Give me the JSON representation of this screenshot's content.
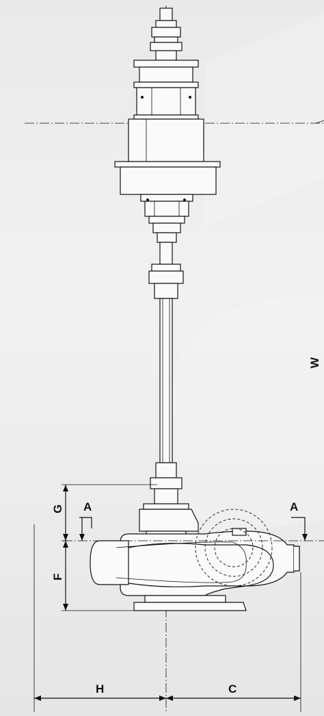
{
  "drawing": {
    "labels": {
      "section_left": "A",
      "section_right": "A",
      "dim_g": "G",
      "dim_f": "F",
      "dim_h": "H",
      "dim_c": "C",
      "dim_w": "W"
    }
  }
}
